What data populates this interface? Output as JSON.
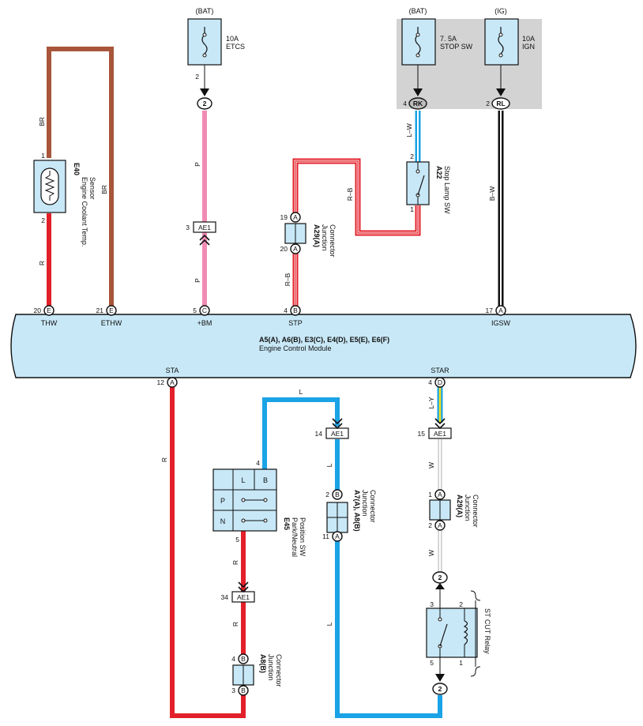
{
  "power": {
    "bat_left": "(BAT)",
    "bat_right": "(BAT)",
    "ig": "(IG)"
  },
  "fuses": {
    "etcs_amp": "10A",
    "etcs_name": "ETCS",
    "stop_amp": "7. 5A",
    "stop_name": "STOP SW",
    "ign_amp": "10A",
    "ign_name": "IGN"
  },
  "wire_colors": {
    "br_left": "BR",
    "br_right": "BR",
    "r_thw": "R",
    "p_upper": "P",
    "p_lower": "P",
    "rb_upper": "R–B",
    "rb_lower": "R–B",
    "lw": "L–W",
    "bw": "B–W",
    "r_sta": "R",
    "l_top": "L",
    "l_mid": "L",
    "l_low": "L",
    "r_pn1": "R",
    "r_pn2": "R",
    "ly": "L–Y",
    "w1": "W",
    "w2": "W"
  },
  "components": {
    "e40_code": "E40",
    "e40_name1": "Engine Coolant Temp.",
    "e40_name2": "Sensor",
    "a29a_code": "A29(A)",
    "a29a_name1": "Junction",
    "a29a_name2": "Connector",
    "a22_code": "A22",
    "a22_name": "Stop Lamp SW",
    "e45_code": "E45",
    "e45_name1": "Park/Neutral",
    "e45_name2": "Position SW",
    "a7a8_code": "A7(A), A8(B)",
    "a7a8_name1": "Junction",
    "a7a8_name2": "Connector",
    "a29a2_code": "A29(A)",
    "a29a2_name1": "Junction",
    "a29a2_name2": "Connector",
    "a8b_code": "A8(B)",
    "a8b_name1": "Junction",
    "a8b_name2": "Connector",
    "stcut_name": "ST CUT Relay"
  },
  "ecm": {
    "title": "A5(A), A6(B), E3(C), E4(D), E5(E), E6(F)",
    "name": "Engine Control Module",
    "pins_top": {
      "thw": "THW",
      "ethw": "ETHW",
      "bm": "+BM",
      "stp": "STP",
      "igsw": "IGSW"
    },
    "pins_bottom": {
      "sta": "STA",
      "star": "STAR"
    }
  },
  "connectors": {
    "ae1": "AE1",
    "bubble_2": "2",
    "rk": "RK",
    "rl": "RL",
    "a": "A",
    "b": "B",
    "c": "C",
    "d": "D",
    "e": "E"
  },
  "pin_numbers": {
    "etcs_out": "2",
    "stop_in": "4",
    "ign_in": "2",
    "a22_top": "2",
    "a22_bot": "1",
    "e40_top": "1",
    "e40_bot": "2",
    "ae1_p": "3",
    "a29_top": "19",
    "a29_bot": "20",
    "ecm_thw": "20",
    "ecm_ethw": "21",
    "ecm_bm": "5",
    "ecm_stp": "4",
    "ecm_igsw": "17",
    "ecm_sta": "12",
    "ecm_star": "4",
    "ae1_l": "14",
    "ae1_ly": "15",
    "e45_in": "4",
    "e45_out": "5",
    "a7_top": "2",
    "a7_bot": "11",
    "a29b_top": "1",
    "a29b_bot": "2",
    "ae1_r": "34",
    "a8_top": "4",
    "a8_bot": "3",
    "relay_3": "3",
    "relay_2": "2",
    "relay_5": "5",
    "relay_1": "1"
  },
  "pn_switch": {
    "col_l": "L",
    "col_b": "B",
    "row_p": "P",
    "row_n": "N"
  },
  "colors": {
    "brown": "#a8553a",
    "red": "#e3202a",
    "pink": "#f08cb4",
    "blue": "#1aa3e6",
    "lightblue": "#c8e8f7",
    "gray_box": "#d3d3d3",
    "black": "#111111",
    "yellow": "#f2e11d",
    "white_wire": "#bdbdbd"
  }
}
